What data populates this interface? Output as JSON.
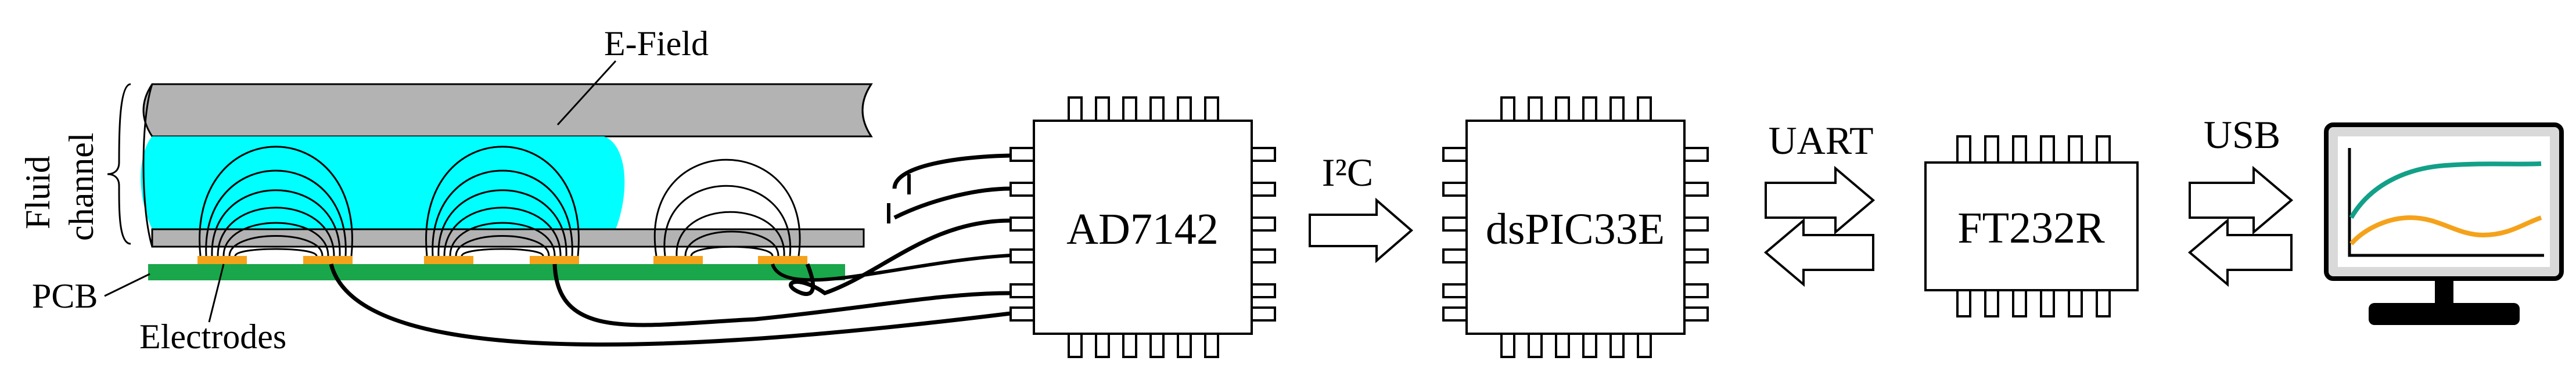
{
  "labels": {
    "efield": "E-Field",
    "fluid_channel": [
      "Fluid",
      "channel"
    ],
    "pcb": "PCB",
    "electrodes": "Electrodes"
  },
  "chips": {
    "ad7142": "AD7142",
    "dspic": "dsPIC33E",
    "ft232r": "FT232R"
  },
  "links": {
    "i2c": "I²C",
    "uart": "UART",
    "usb": "USB"
  },
  "colors": {
    "channel_wall": "#b3b3b3",
    "fluid": "#00ffff",
    "pcb": "#1aa64a",
    "electrode": "#f5a21b",
    "trace_teal": "#12a088",
    "trace_orange": "#f5a21b",
    "outline": "#000000"
  },
  "icons": {
    "monitor": "monitor-icon"
  }
}
